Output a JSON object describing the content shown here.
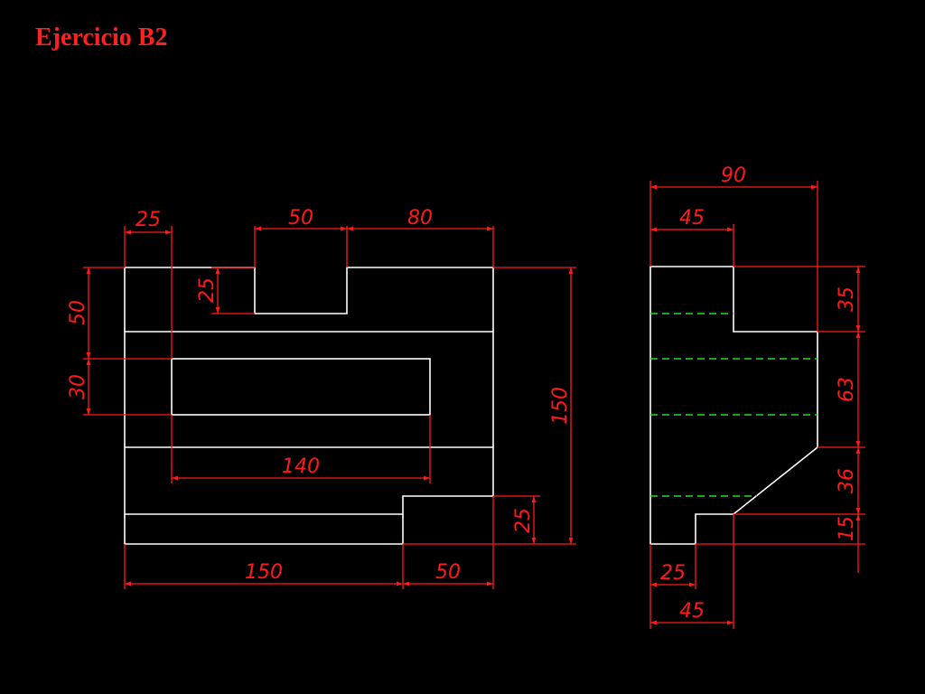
{
  "title": "Ejercicio B2",
  "colors": {
    "geometry": "#ffffff",
    "hidden_lines": "#22dd22",
    "dimensions": "#ff1a1a",
    "background": "#000000"
  },
  "front_view": {
    "dims": {
      "top_left": "25",
      "slot_width": "50",
      "top_right": "80",
      "slot_depth": "25",
      "left_upper": "50",
      "left_lower": "30",
      "inner_width": "140",
      "step_height": "25",
      "total_height": "150",
      "bottom_left": "150",
      "bottom_right": "50"
    }
  },
  "side_view": {
    "dims": {
      "top_total": "90",
      "top_partial": "45",
      "right_1": "35",
      "right_2": "63",
      "right_3": "36",
      "right_4": "15",
      "bottom_1": "25",
      "bottom_2": "45"
    }
  }
}
